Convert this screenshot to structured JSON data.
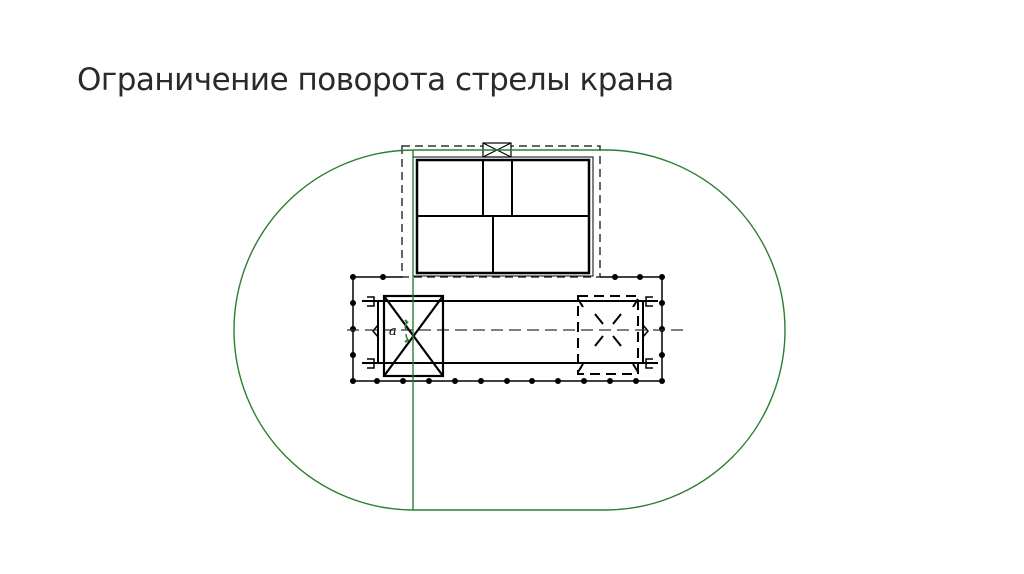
{
  "slide": {
    "title": "Ограничение поворота стрелы крана"
  },
  "diagram": {
    "angle_label": "a",
    "colors": {
      "boundary": "#2e7d32",
      "lines": "#000000",
      "dashed": "#333333",
      "background": "#ffffff"
    },
    "elements": [
      "crane-swing-zone-boundary",
      "building-plan",
      "crane-track",
      "crane-position-start",
      "crane-position-end",
      "boom-limit-line",
      "rotation-angle-marker"
    ]
  }
}
